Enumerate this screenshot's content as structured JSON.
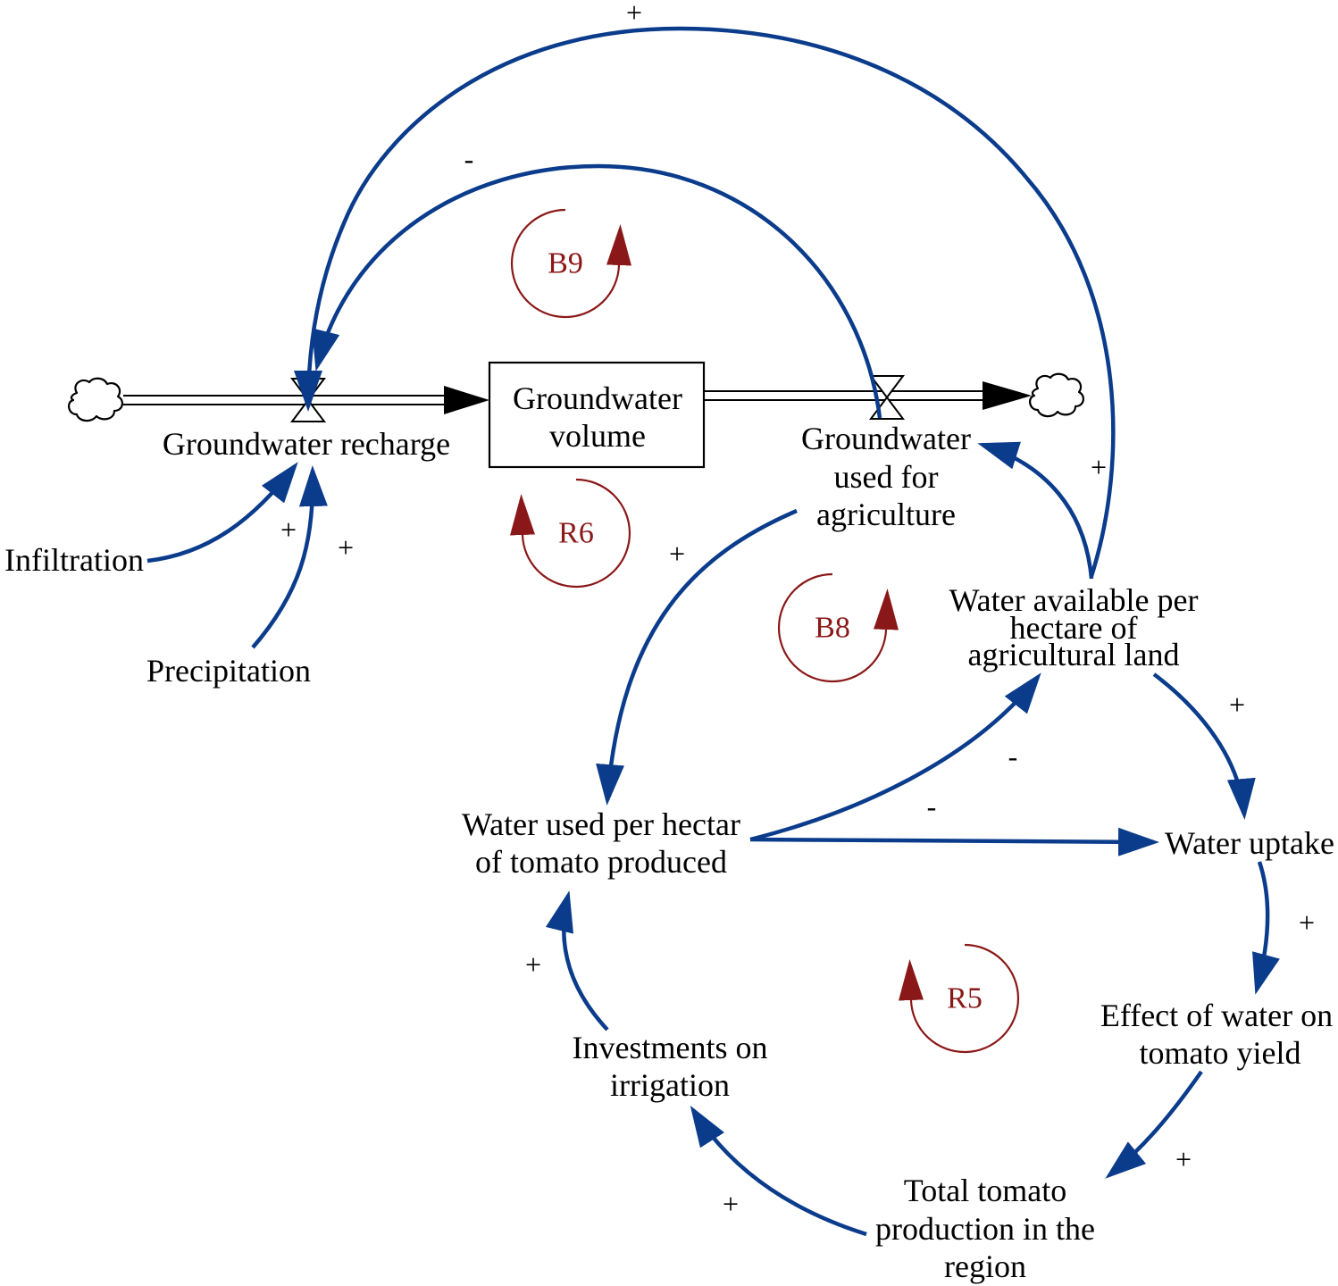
{
  "colors": {
    "link": "#0b3c8c",
    "loop": "#8b1818",
    "ink": "#000000",
    "background": "#ffffff"
  },
  "nodes": {
    "groundwater_recharge": [
      "Groundwater recharge"
    ],
    "groundwater_volume": [
      "Groundwater",
      "volume"
    ],
    "groundwater_used_for_agriculture": [
      "Groundwater",
      "used for",
      "agriculture"
    ],
    "infiltration": [
      "Infiltration"
    ],
    "precipitation": [
      "Precipitation"
    ],
    "water_available_per_hectare": [
      "Water available per",
      "hectare of",
      "agricultural land"
    ],
    "water_used_per_hectar": [
      "Water used per hectar",
      "of tomato produced"
    ],
    "water_uptake": [
      "Water uptake"
    ],
    "effect_of_water_on_tomato_yield": [
      "Effect of water on",
      "tomato yield"
    ],
    "total_tomato_production": [
      "Total tomato",
      "production in the",
      "region"
    ],
    "investments_on_irrigation": [
      "Investments on",
      "irrigation"
    ]
  },
  "loops": {
    "b9": "B9",
    "r6": "R6",
    "b8": "B8",
    "r5": "R5"
  },
  "link_polarity": {
    "water_available_to_recharge": "+",
    "groundwater_used_to_recharge": "-",
    "water_available_to_groundwater_used": "+",
    "infiltration_to_recharge": "+",
    "precipitation_to_recharge": "+",
    "groundwater_used_to_water_used": "+",
    "water_available_to_water_uptake": "+",
    "water_used_to_water_available": "-",
    "water_used_to_water_uptake": "-",
    "water_uptake_to_effect": "+",
    "investments_to_water_used": "+",
    "effect_to_total_production": "+",
    "total_production_to_investments": "+"
  }
}
